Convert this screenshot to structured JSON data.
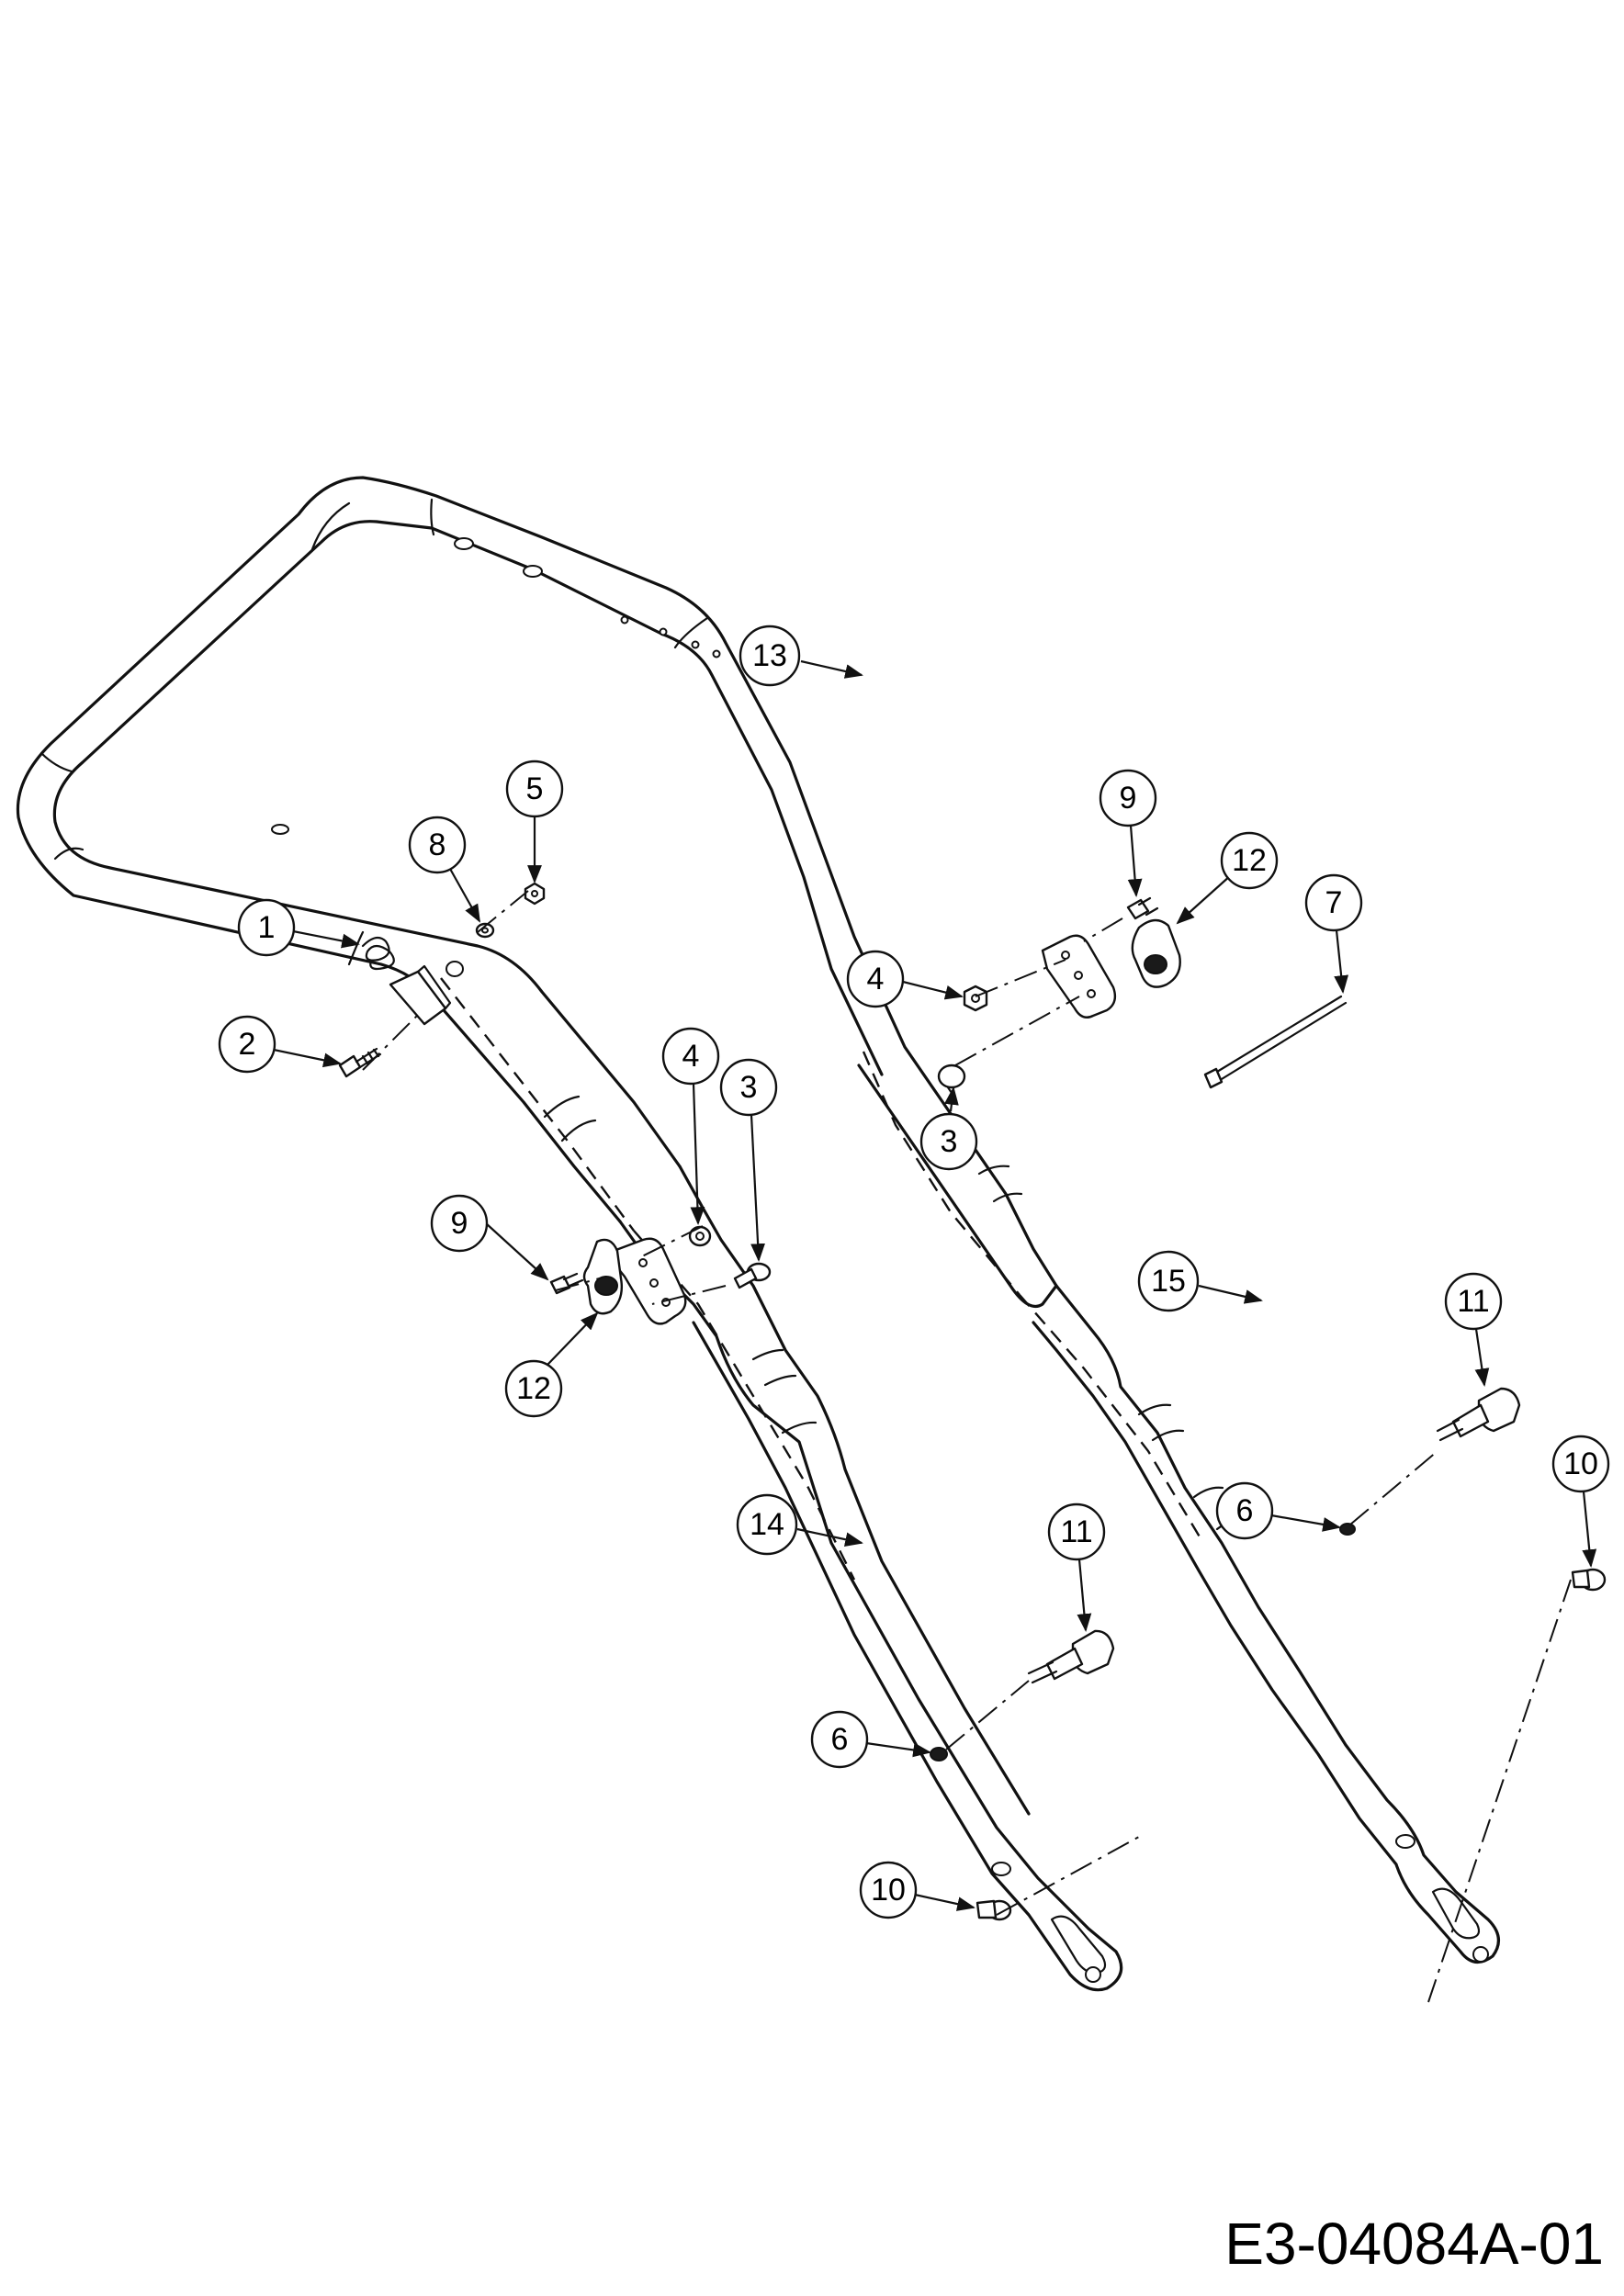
{
  "drawing_code": "E3-04084A-01",
  "callouts": [
    {
      "id": "c1",
      "label": "1"
    },
    {
      "id": "c2",
      "label": "2"
    },
    {
      "id": "c3a",
      "label": "3"
    },
    {
      "id": "c3b",
      "label": "3"
    },
    {
      "id": "c4a",
      "label": "4"
    },
    {
      "id": "c4b",
      "label": "4"
    },
    {
      "id": "c5",
      "label": "5"
    },
    {
      "id": "c6a",
      "label": "6"
    },
    {
      "id": "c6b",
      "label": "6"
    },
    {
      "id": "c7",
      "label": "7"
    },
    {
      "id": "c8",
      "label": "8"
    },
    {
      "id": "c9a",
      "label": "9"
    },
    {
      "id": "c9b",
      "label": "9"
    },
    {
      "id": "c10a",
      "label": "10"
    },
    {
      "id": "c10b",
      "label": "10"
    },
    {
      "id": "c11a",
      "label": "11"
    },
    {
      "id": "c11b",
      "label": "11"
    },
    {
      "id": "c12a",
      "label": "12"
    },
    {
      "id": "c12b",
      "label": "12"
    },
    {
      "id": "c13",
      "label": "13"
    },
    {
      "id": "c14",
      "label": "14"
    },
    {
      "id": "c15",
      "label": "15"
    }
  ]
}
